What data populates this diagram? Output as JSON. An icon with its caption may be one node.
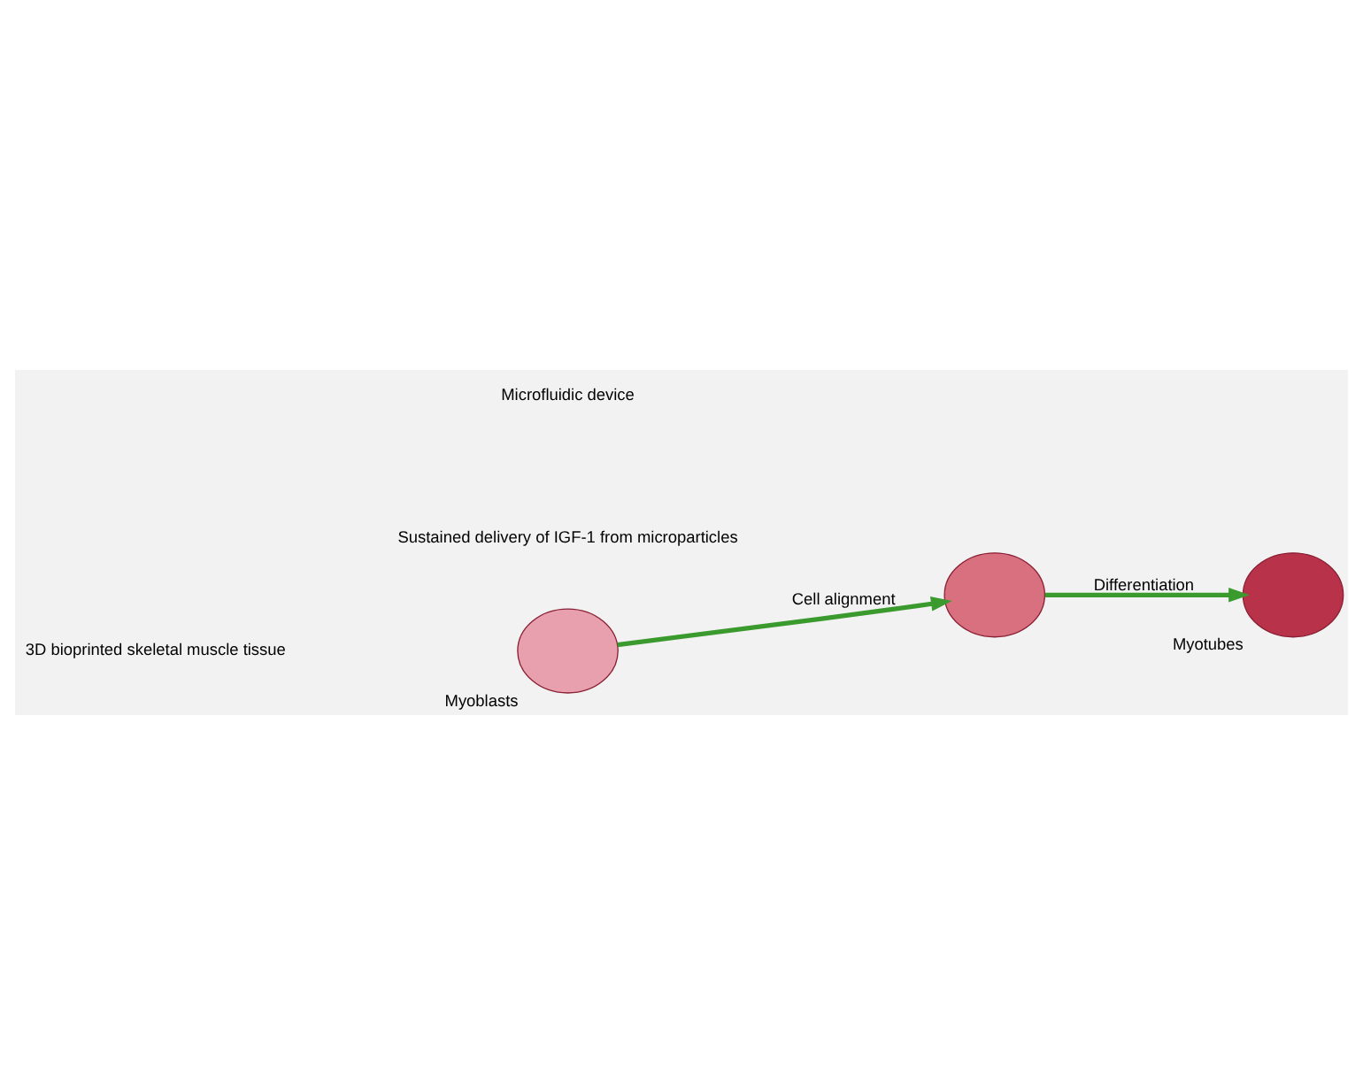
{
  "diagram": {
    "nodes": [
      {
        "text": [],
        "shape": "ellipse",
        "beside": [
          "Myoblasts"
        ]
      },
      {
        "text": [],
        "shape": "ellipse"
      },
      {
        "text": [],
        "shape": "ellipse",
        "beside": [
          "Myotubes"
        ]
      }
    ],
    "edges": [
      {
        "from": 0,
        "to": 1,
        "arrow": "to",
        "label": "Cell alignment"
      },
      {
        "from": 1,
        "to": 2,
        "arrow": "to",
        "label": "Differentiation"
      }
    ],
    "labels": [
      "Microfluidic device",
      "Sustained delivery of IGF-1 from microparticles",
      "3D bioprinted skeletal muscle tissue"
    ]
  }
}
